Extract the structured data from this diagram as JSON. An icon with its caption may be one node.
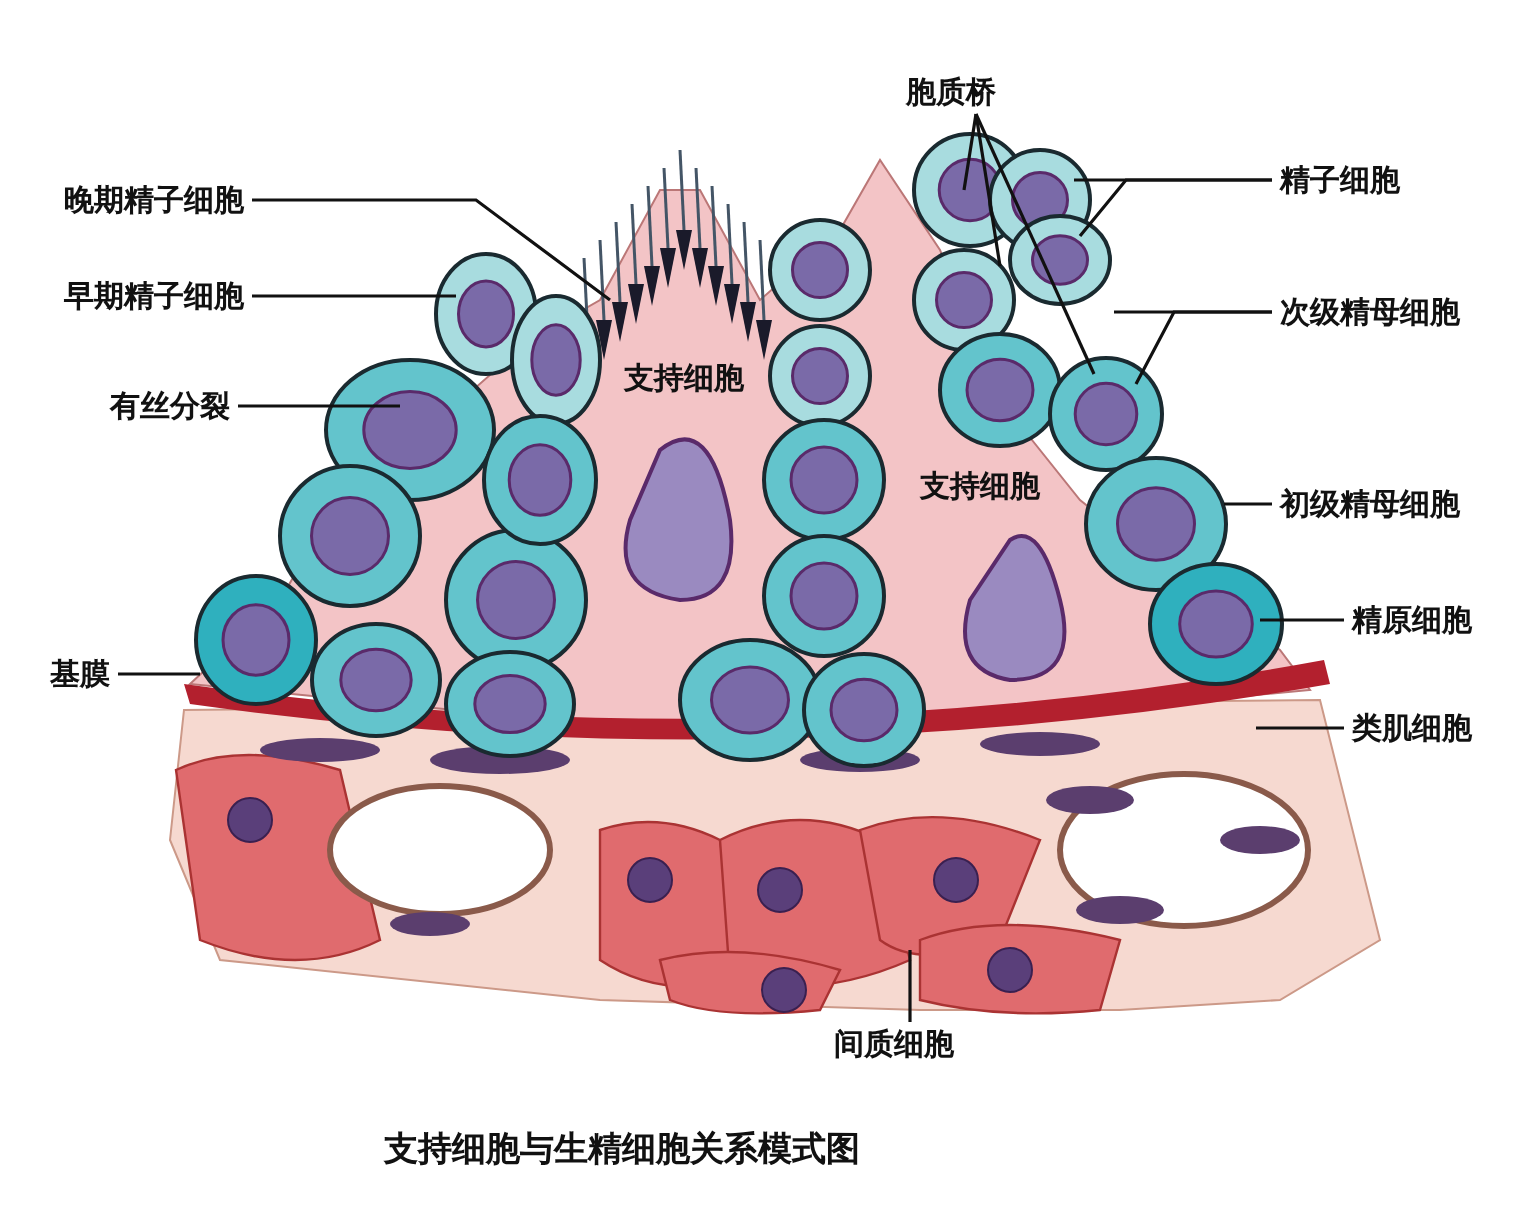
{
  "diagram": {
    "caption": "支持细胞与生精细胞关系模式图",
    "nodes": [
      {
        "text": [
          "晚期精子细胞"
        ]
      },
      {
        "text": [
          "早期精子细胞"
        ]
      },
      {
        "text": [
          "有丝分裂"
        ]
      },
      {
        "text": [
          "基膜"
        ]
      },
      {
        "text": [
          "胞质桥"
        ]
      },
      {
        "text": [
          "精子细胞"
        ]
      },
      {
        "text": [
          "次级精母细胞"
        ]
      },
      {
        "text": [
          "初级精母细胞"
        ]
      },
      {
        "text": [
          "精原细胞"
        ]
      },
      {
        "text": [
          "类肌细胞"
        ]
      },
      {
        "text": [
          "间质细胞"
        ]
      }
    ],
    "edges": [
      {
        "from": 0,
        "to": null,
        "arrow": "none"
      },
      {
        "from": 1,
        "to": null,
        "arrow": "none"
      },
      {
        "from": 2,
        "to": null,
        "arrow": "none"
      },
      {
        "from": 3,
        "to": null,
        "arrow": "none"
      },
      {
        "from": 4,
        "to": null,
        "arrow": "none"
      },
      {
        "from": 4,
        "to": null,
        "arrow": "none"
      },
      {
        "from": 4,
        "to": null,
        "arrow": "none"
      },
      {
        "from": 5,
        "to": null,
        "arrow": "none"
      },
      {
        "from": 5,
        "to": null,
        "arrow": "none"
      },
      {
        "from": 6,
        "to": null,
        "arrow": "none"
      },
      {
        "from": 6,
        "to": null,
        "arrow": "none"
      },
      {
        "from": 7,
        "to": null,
        "arrow": "none"
      },
      {
        "from": 8,
        "to": null,
        "arrow": "none"
      },
      {
        "from": 9,
        "to": null,
        "arrow": "none"
      },
      {
        "from": 10,
        "to": null,
        "arrow": "none"
      }
    ],
    "labels": [
      "支持细胞",
      "支持细胞"
    ]
  }
}
